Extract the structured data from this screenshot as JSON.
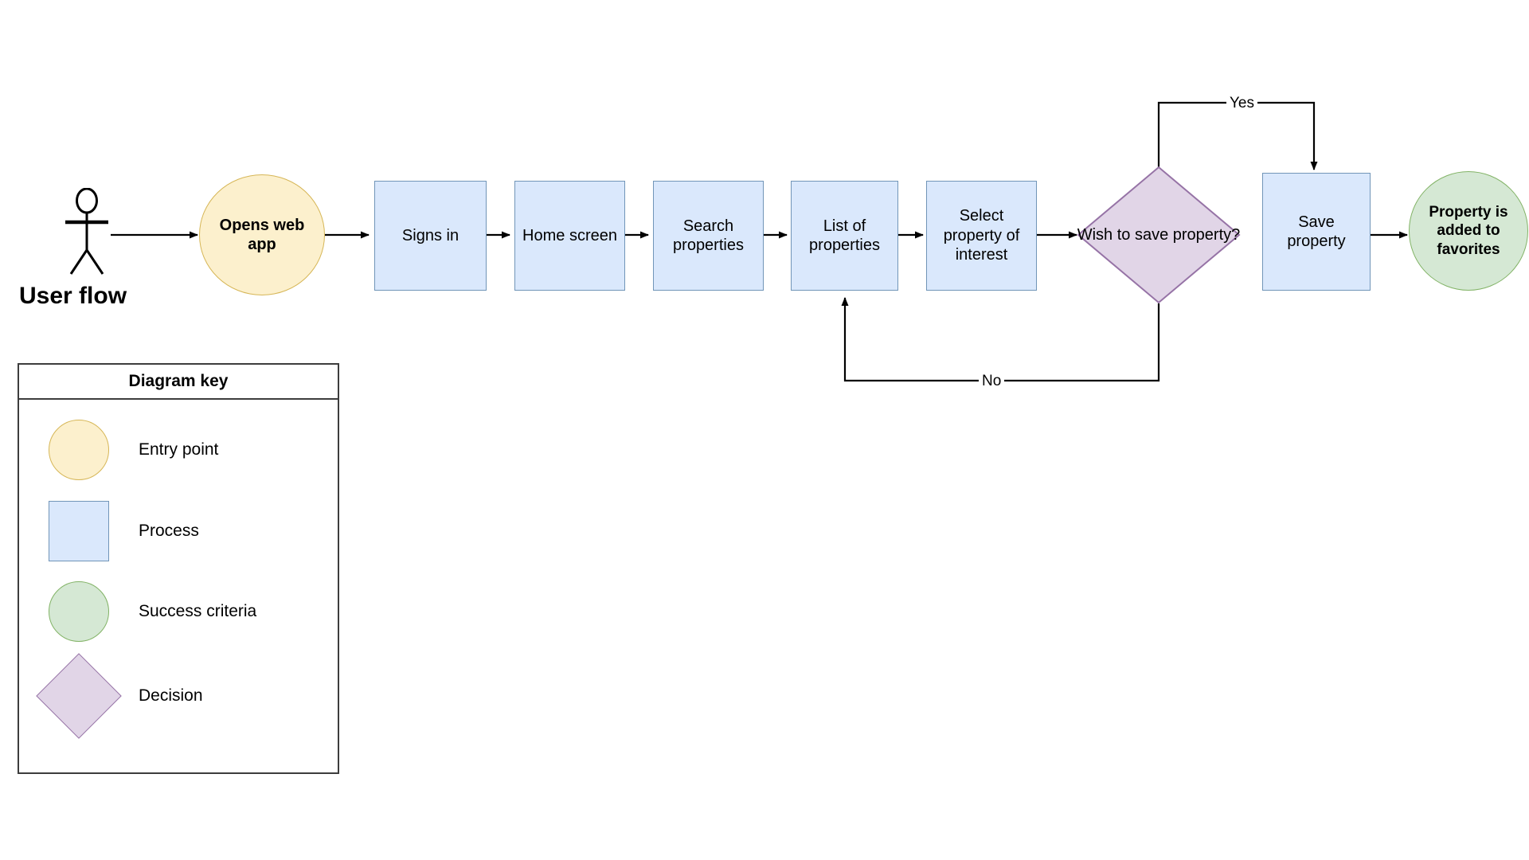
{
  "diagram": {
    "title": "User flow",
    "actor_name": "user-stick-figure",
    "nodes": [
      {
        "id": "entry",
        "label": "Opens web app",
        "type": "entry",
        "shape": "circle"
      },
      {
        "id": "signin",
        "label": "Signs in",
        "type": "process",
        "shape": "rect"
      },
      {
        "id": "home",
        "label": "Home screen",
        "type": "process",
        "shape": "rect"
      },
      {
        "id": "search",
        "label": "Search properties",
        "type": "process",
        "shape": "rect"
      },
      {
        "id": "list",
        "label": "List of properties",
        "type": "process",
        "shape": "rect"
      },
      {
        "id": "select",
        "label": "Select property of interest",
        "type": "process",
        "shape": "rect"
      },
      {
        "id": "decision",
        "label": "Wish to save property?",
        "type": "decision",
        "shape": "diamond"
      },
      {
        "id": "save",
        "label": "Save property",
        "type": "process",
        "shape": "rect"
      },
      {
        "id": "result",
        "label": "Property is added to favorites",
        "type": "success",
        "shape": "circle"
      }
    ],
    "edges": [
      {
        "from": "actor",
        "to": "entry",
        "label": ""
      },
      {
        "from": "entry",
        "to": "signin",
        "label": ""
      },
      {
        "from": "signin",
        "to": "home",
        "label": ""
      },
      {
        "from": "home",
        "to": "search",
        "label": ""
      },
      {
        "from": "search",
        "to": "list",
        "label": ""
      },
      {
        "from": "list",
        "to": "select",
        "label": ""
      },
      {
        "from": "select",
        "to": "decision",
        "label": ""
      },
      {
        "from": "decision",
        "to": "save",
        "label": "Yes"
      },
      {
        "from": "decision",
        "to": "list",
        "label": "No"
      },
      {
        "from": "save",
        "to": "result",
        "label": ""
      }
    ],
    "edge_labels": {
      "yes": "Yes",
      "no": "No"
    }
  },
  "legend": {
    "title": "Diagram key",
    "items": [
      {
        "shape": "circle",
        "label": "Entry point",
        "color": "#fcf0cd",
        "stroke": "#d6b656"
      },
      {
        "shape": "rect",
        "label": "Process",
        "color": "#dae8fc",
        "stroke": "#7195b8"
      },
      {
        "shape": "circle",
        "label": "Success criteria",
        "color": "#d5e8d4",
        "stroke": "#82b366"
      },
      {
        "shape": "diamond",
        "label": "Decision",
        "color": "#e1d5e7",
        "stroke": "#9673a6"
      }
    ]
  },
  "palette": {
    "entry_fill": "#fcf0cd",
    "entry_stroke": "#d6b656",
    "process_fill": "#dae8fc",
    "process_stroke": "#7195b8",
    "success_fill": "#d5e8d4",
    "success_stroke": "#82b366",
    "decision_fill": "#e1d5e7",
    "decision_stroke": "#9673a6",
    "line": "#000000",
    "background": "#ffffff"
  }
}
